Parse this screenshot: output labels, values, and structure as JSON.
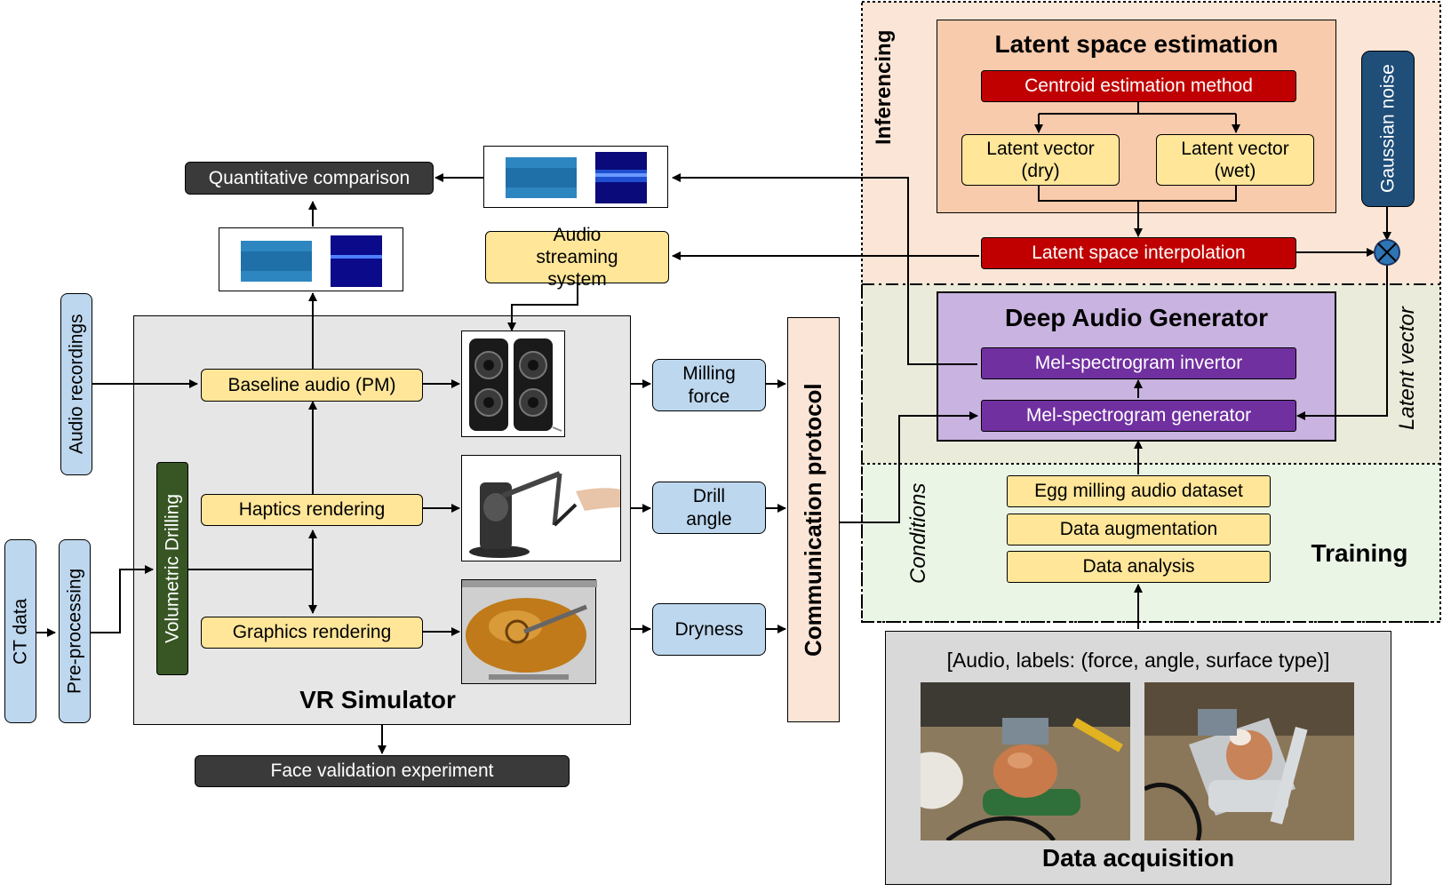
{
  "left": {
    "ct_data": "CT data",
    "pre_processing": "Pre-processing",
    "audio_recordings": "Audio recordings",
    "volumetric_drilling": "Volumetric  Drilling"
  },
  "simulator": {
    "title": "VR Simulator",
    "baseline_audio": "Baseline audio (PM)",
    "haptics_rendering": "Haptics rendering",
    "graphics_rendering": "Graphics rendering"
  },
  "outputs": {
    "quantitative_comparison": "Quantitative comparison",
    "audio_streaming": "Audio streaming system",
    "face_validation": "Face validation  experiment"
  },
  "signals": {
    "milling_force": "Milling force",
    "drill_angle": "Drill angle",
    "dryness": "Dryness"
  },
  "communication_protocol": "Communication protocol",
  "inferencing": {
    "label": "Inferencing",
    "latent_estimation_title": "Latent space estimation",
    "centroid_method": "Centroid estimation method",
    "latent_dry": "Latent vector (dry)",
    "latent_wet": "Latent vector (wet)",
    "latent_interpolation": "Latent space interpolation",
    "gaussian_noise": "Gaussian noise"
  },
  "generator": {
    "title": "Deep Audio Generator",
    "invertor": "Mel-spectrogram invertor",
    "generator": "Mel-spectrogram generator",
    "latent_vector_label": "Latent vector"
  },
  "training": {
    "label": "Training",
    "conditions": "Conditions",
    "egg_dataset": "Egg milling  audio dataset",
    "augmentation": "Data augmentation",
    "analysis": "Data analysis"
  },
  "acquisition": {
    "title": "Data acquisition",
    "labels": "[Audio, labels: (force, angle, surface type)]"
  },
  "colors": {
    "yellow": "#ffe699",
    "blue": "#bdd7ee",
    "red": "#c00000",
    "purple": "#7030a0",
    "green": "#375623",
    "navy": "#1f4e79",
    "salmon": "#f8cbad",
    "peach": "#fbe5d6"
  }
}
